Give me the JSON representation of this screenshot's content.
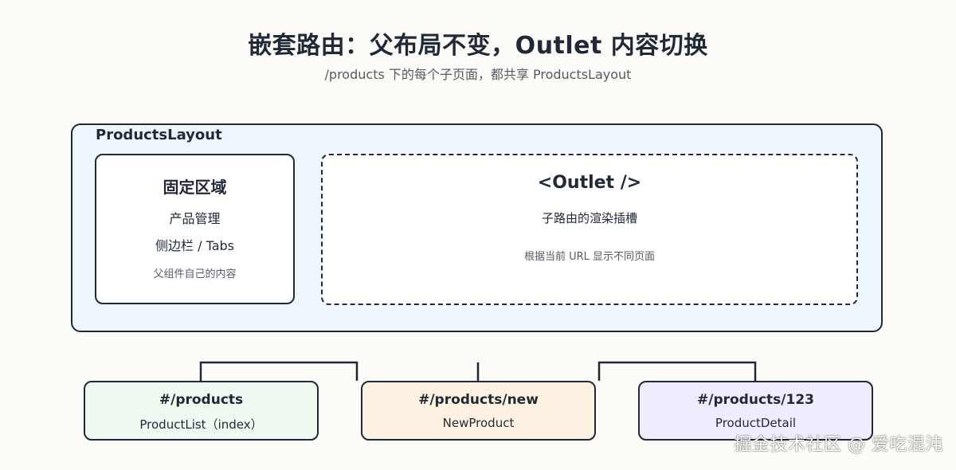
{
  "title": "嵌套路由：父布局不变，Outlet 内容切换",
  "subtitle": "/products 下的每个子页面，都共享 ProductsLayout",
  "layout": {
    "label": "ProductsLayout",
    "fixed": {
      "title": "固定区域",
      "line1": "产品管理",
      "line2": "侧边栏 / Tabs",
      "note": "父组件自己的内容"
    },
    "outlet": {
      "title": "<Outlet />",
      "subtitle": "子路由的渲染插槽",
      "note": "根据当前 URL 显示不同页面"
    }
  },
  "routes": [
    {
      "path": "#/products",
      "component": "ProductList（index）",
      "color": "#eef9ef"
    },
    {
      "path": "#/products/new",
      "component": "NewProduct",
      "color": "#fdf1e2"
    },
    {
      "path": "#/products/123",
      "component": "ProductDetail",
      "color": "#eeecfd"
    }
  ],
  "watermark": "掘金技术社区 @ 爱吃混沌"
}
